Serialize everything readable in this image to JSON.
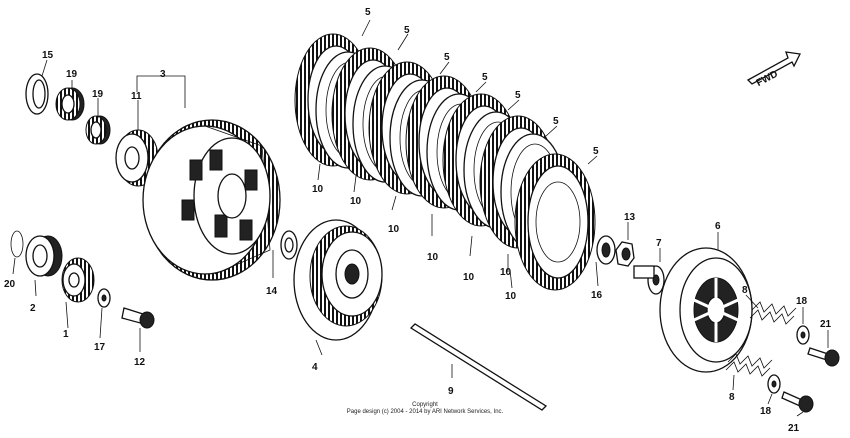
{
  "diagram": {
    "direction_label": "FWD",
    "copyright_line1": "Copyright",
    "copyright_line2": "Page design (c) 2004 - 2014 by ARI Network Services, Inc.",
    "labels": {
      "l1": "1",
      "l2": "2",
      "l3": "3",
      "l4": "4",
      "l5a": "5",
      "l5b": "5",
      "l5c": "5",
      "l5d": "5",
      "l5e": "5",
      "l5f": "5",
      "l5g": "5",
      "l6": "6",
      "l7": "7",
      "l8a": "8",
      "l8b": "8",
      "l9": "9",
      "l10a": "10",
      "l10b": "10",
      "l10c": "10",
      "l10d": "10",
      "l10e": "10",
      "l10f": "10",
      "l10g": "10",
      "l11": "11",
      "l12": "12",
      "l13": "13",
      "l14": "14",
      "l15": "15",
      "l16": "16",
      "l17": "17",
      "l18a": "18",
      "l18b": "18",
      "l19a": "19",
      "l19b": "19",
      "l20": "20",
      "l21a": "21",
      "l21b": "21"
    }
  }
}
